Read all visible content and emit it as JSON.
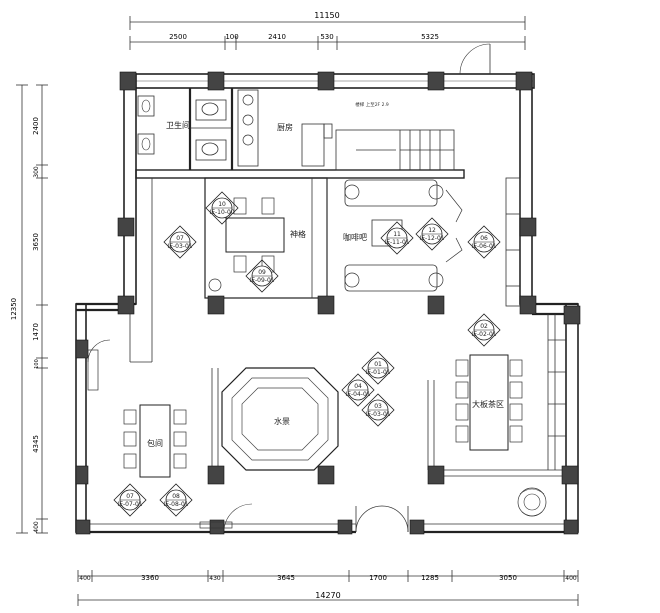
{
  "dimensions": {
    "top_total": "11150",
    "top_segments": [
      "2500",
      "100",
      "2410",
      "530",
      "5325"
    ],
    "bottom_total": "14270",
    "bottom_segments": [
      "400",
      "3360",
      "430",
      "3645",
      "1700",
      "1285",
      "3050",
      "400"
    ],
    "left_total": "12350",
    "left_segments": [
      "2400",
      "300",
      "3650",
      "1470",
      "100",
      "4345",
      "400"
    ]
  },
  "rooms": {
    "bathroom": "卫生间",
    "kitchen": "厨房",
    "shrine": "神格",
    "cafe": "咖啡吧",
    "pond": "水景",
    "big_tea": "大板茶区",
    "private_room": "包间"
  },
  "stair_note": "楼梯 上至2F 2.9",
  "tags": [
    {
      "num": "10",
      "ref": "IE-10-00"
    },
    {
      "num": "07",
      "ref": "IE-03-01"
    },
    {
      "num": "09",
      "ref": "IE-09-01"
    },
    {
      "num": "11",
      "ref": "IE-11-01"
    },
    {
      "num": "12",
      "ref": "IE-12-01"
    },
    {
      "num": "06",
      "ref": "IE-06-01"
    },
    {
      "num": "02",
      "ref": "IE-02-01"
    },
    {
      "num": "01",
      "ref": "IE-01-01"
    },
    {
      "num": "04",
      "ref": "IE-04-01"
    },
    {
      "num": "03",
      "ref": "IE-03-01"
    },
    {
      "num": "07",
      "ref": "IE-07-01"
    },
    {
      "num": "08",
      "ref": "IE-08-01"
    }
  ]
}
